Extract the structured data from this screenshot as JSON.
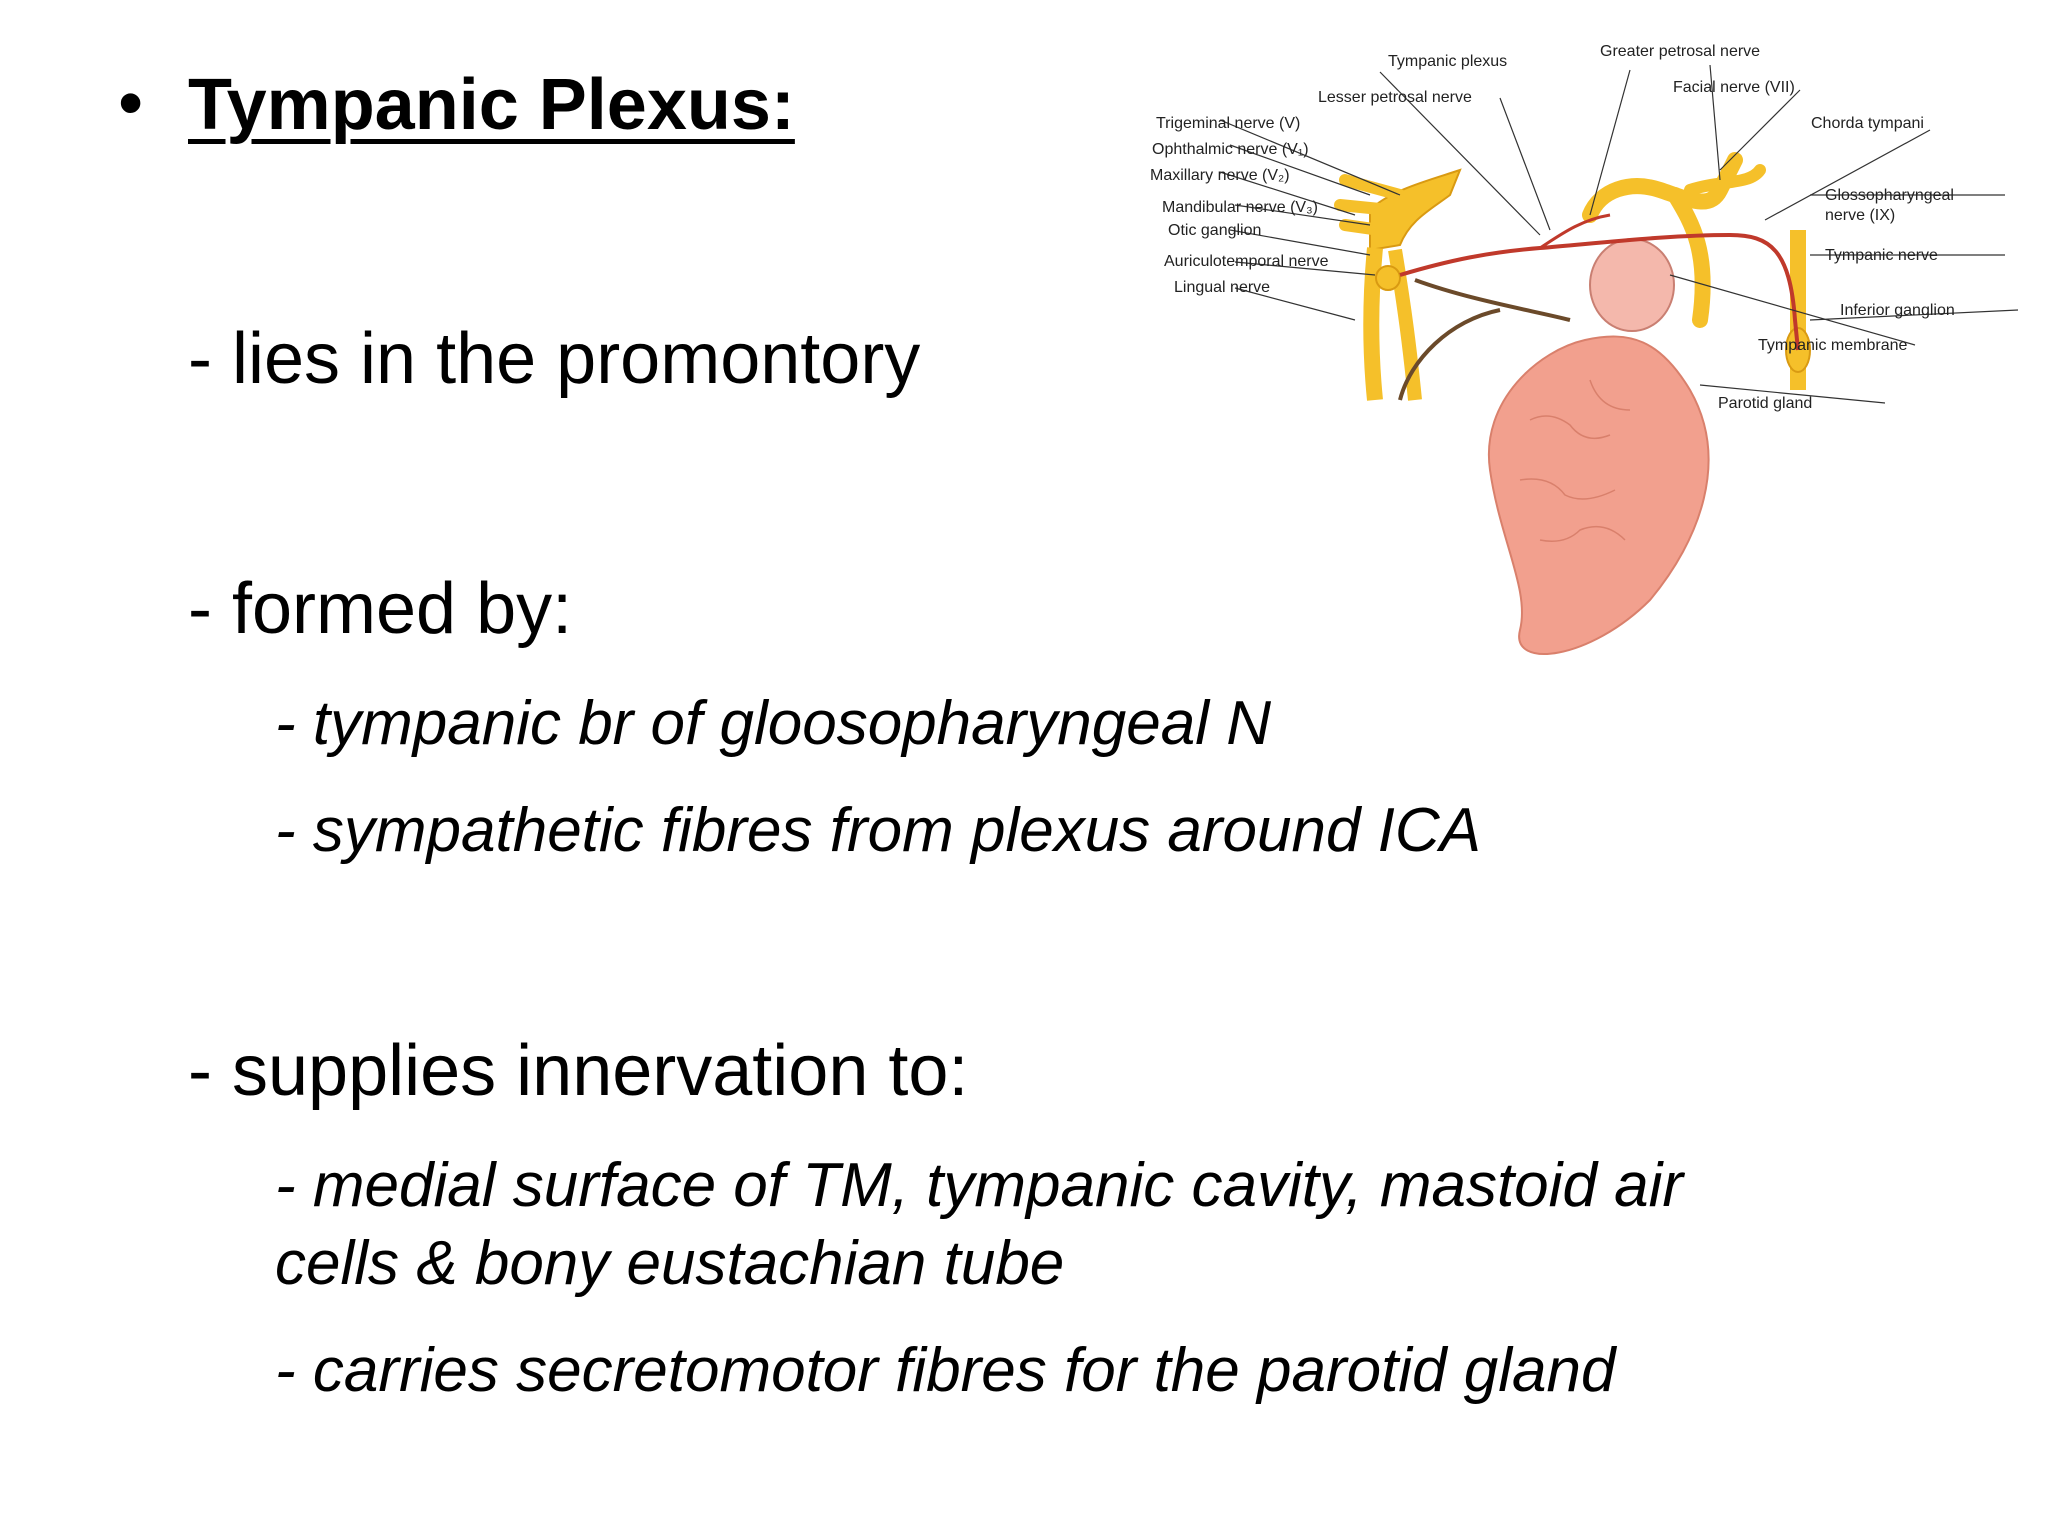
{
  "slide": {
    "bullet_glyph": "•",
    "title": "Tympanic Plexus:",
    "points": [
      "- lies in the promontory",
      "- formed by:",
      "- supplies innervation to:"
    ],
    "formed_by": [
      "- tympanic br of gloosopharyngeal N",
      "- sympathetic fibres from plexus around ICA"
    ],
    "supplies": [
      "- medial surface of TM, tympanic cavity, mastoid air",
      "cells & bony eustachian tube",
      "- carries secretomotor fibres for the parotid gland"
    ]
  },
  "diagram": {
    "labels": {
      "tympanic_plexus": "Tympanic plexus",
      "greater_petrosal": "Greater petrosal nerve",
      "lesser_petrosal": "Lesser petrosal nerve",
      "facial": "Facial nerve (VII)",
      "trigeminal": "Trigeminal nerve (V)",
      "chorda": "Chorda tympani",
      "ophthalmic": "Ophthalmic nerve (V₁)",
      "maxillary": "Maxillary nerve (V₂)",
      "mandibular": "Mandibular nerve (V₃)",
      "glosso_1": "Glossopharyngeal",
      "glosso_2": "nerve (IX)",
      "otic": "Otic ganglion",
      "auriculotemporal": "Auriculotemporal nerve",
      "tympanic_nerve": "Tympanic nerve",
      "lingual": "Lingual nerve",
      "inferior_ganglion": "Inferior ganglion",
      "tympanic_membrane": "Tympanic membrane",
      "parotid": "Parotid gland"
    },
    "colors": {
      "nerve": "#f5c02a",
      "nerve_edge": "#d99a12",
      "fiber": "#c0392b",
      "gland": "#f2a08e",
      "gland_edge": "#d9806c",
      "membrane": "#f4b8ac"
    }
  }
}
